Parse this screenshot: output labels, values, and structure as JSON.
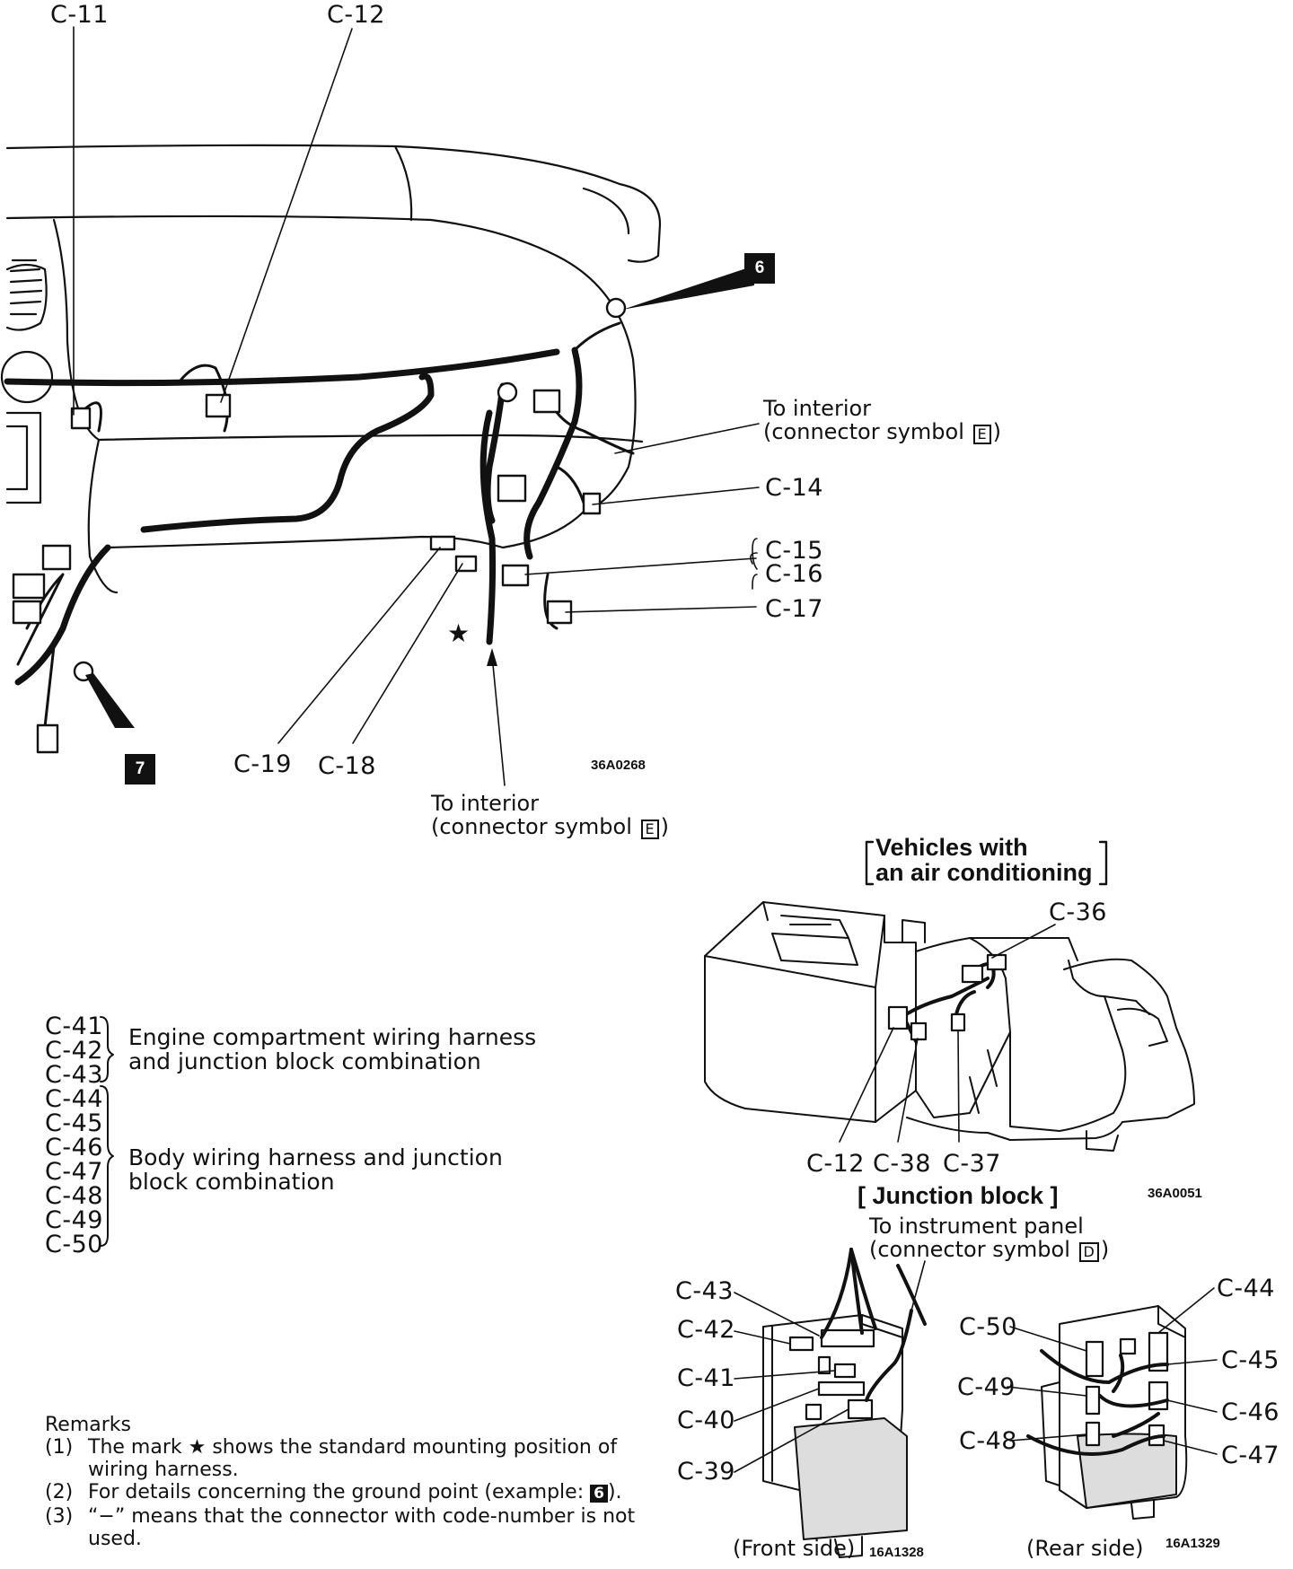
{
  "dash": {
    "labels": {
      "c11": "C-11",
      "c12": "C-12",
      "c14": "C-14",
      "c15": "C-15",
      "c16": "C-16",
      "c17": "C-17",
      "c18": "C-18",
      "c19": "C-19"
    },
    "ground_6": "6",
    "ground_7": "7",
    "interior_1": {
      "line1": "To interior",
      "line2": "(connector symbol",
      "symbol": "E",
      "close": ")"
    },
    "interior_2": {
      "line1": "To interior",
      "line2": "(connector symbol",
      "symbol": "E",
      "close": ")"
    },
    "code": "36A0268"
  },
  "aircon": {
    "heading_line1": "Vehicles with",
    "heading_line2": "an air conditioning",
    "labels": {
      "c36": "C-36",
      "c12": "C-12",
      "c38": "C-38",
      "c37": "C-37"
    },
    "code": "36A0051"
  },
  "junction": {
    "heading": "[ Junction block ]",
    "to_panel_line1": "To instrument panel",
    "to_panel_line2": "(connector symbol",
    "to_panel_symbol": "D",
    "to_panel_close": ")",
    "front": {
      "labels": {
        "c43": "C-43",
        "c42": "C-42",
        "c41": "C-41",
        "c40": "C-40",
        "c39": "C-39"
      },
      "caption": "(Front side)",
      "code": "16A1328"
    },
    "rear": {
      "labels": {
        "c44": "C-44",
        "c50": "C-50",
        "c45": "C-45",
        "c49": "C-49",
        "c46": "C-46",
        "c48": "C-48",
        "c47": "C-47"
      },
      "caption": "(Rear side)",
      "code": "16A1329"
    }
  },
  "legend": {
    "group1": {
      "codes": [
        "C-41",
        "C-42",
        "C-43"
      ],
      "text": "Engine compartment wiring harness and junction block combination"
    },
    "group2": {
      "codes": [
        "C-44",
        "C-45",
        "C-46",
        "C-47",
        "C-48",
        "C-49",
        "C-50"
      ],
      "text": "Body wiring harness and junction block combination"
    }
  },
  "remarks": {
    "title": "Remarks",
    "items": [
      {
        "num": "(1)",
        "text": "The mark ★ shows the standard mounting position of wiring harness."
      },
      {
        "num": "(2)",
        "text": "For details concerning the ground point (example: ",
        "symbol": "6",
        "tail": ")."
      },
      {
        "num": "(3)",
        "text": "“−” means that the connector with code-number is not used."
      }
    ]
  }
}
